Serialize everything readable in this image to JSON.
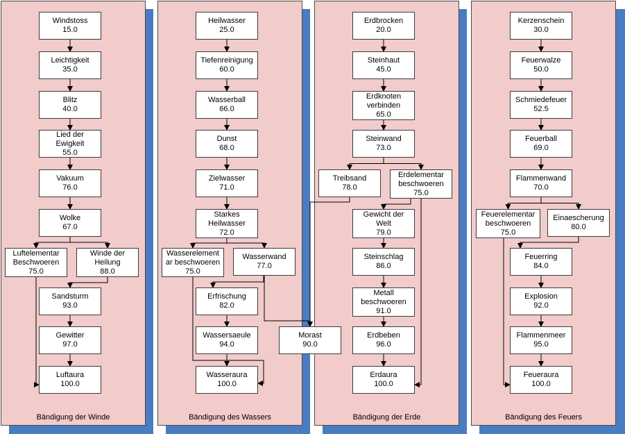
{
  "colors": {
    "panel": "#f2cbcb",
    "shadow": "#4a7cc2",
    "box": "#ffffff",
    "line": "#000000"
  },
  "panels": [
    {
      "id": "wind",
      "title": "Bändigung der Winde"
    },
    {
      "id": "water",
      "title": "Bändigung des Wassers"
    },
    {
      "id": "earth",
      "title": "Bändigung der Erde"
    },
    {
      "id": "fire",
      "title": "Bändigung des Feuers"
    }
  ],
  "nodes": {
    "windstoss": {
      "lines": [
        "Windstoss",
        "15.0"
      ]
    },
    "leichtigkeit": {
      "lines": [
        "Leichtigkeit",
        "35.0"
      ]
    },
    "blitz": {
      "lines": [
        "Blitz",
        "40.0"
      ]
    },
    "lied_der_ewigkeit": {
      "lines": [
        "Lied der",
        "Ewigkeit",
        "55.0"
      ]
    },
    "vakuum": {
      "lines": [
        "Vakuum",
        "76.0"
      ]
    },
    "wolke": {
      "lines": [
        "Wolke",
        "67.0"
      ]
    },
    "luftelementar": {
      "lines": [
        "Luftelementar",
        "Beschwoeren",
        "75.0"
      ]
    },
    "winde_der_heilung": {
      "lines": [
        "Winde der",
        "Heilung",
        "88.0"
      ]
    },
    "sandsturm": {
      "lines": [
        "Sandsturm",
        "93.0"
      ]
    },
    "gewitter": {
      "lines": [
        "Gewitter",
        "97.0"
      ]
    },
    "luftaura": {
      "lines": [
        "Luftaura",
        "100.0"
      ]
    },
    "heilwasser": {
      "lines": [
        "Heilwasser",
        "25.0"
      ]
    },
    "tiefenreinigung": {
      "lines": [
        "Tiefenreinigung",
        "60.0"
      ]
    },
    "wasserball": {
      "lines": [
        "Wasserball",
        "66.0"
      ]
    },
    "dunst": {
      "lines": [
        "Dunst",
        "68.0"
      ]
    },
    "zielwasser": {
      "lines": [
        "Zielwasser",
        "71.0"
      ]
    },
    "starkes_heilwasser": {
      "lines": [
        "Starkes",
        "Heilwasser",
        "72.0"
      ]
    },
    "wasserelementar": {
      "lines": [
        "Wasserelement",
        "ar beschwoeren",
        "75.0"
      ]
    },
    "wasserwand": {
      "lines": [
        "Wasserwand",
        "77.0"
      ]
    },
    "erfrischung": {
      "lines": [
        "Erfrischung",
        "82.0"
      ]
    },
    "wassersaeule": {
      "lines": [
        "Wassersaeule",
        "94.0"
      ]
    },
    "wasseraura": {
      "lines": [
        "Wasseraura",
        "100.0"
      ]
    },
    "morast": {
      "lines": [
        "Morast",
        "90.0"
      ]
    },
    "erdbrocken": {
      "lines": [
        "Erdbrocken",
        "20.0"
      ]
    },
    "steinhaut": {
      "lines": [
        "Steinhaut",
        "45.0"
      ]
    },
    "erdknoten": {
      "lines": [
        "Erdknoten",
        "verbinden",
        "65.0"
      ]
    },
    "steinwand": {
      "lines": [
        "Steinwand",
        "73.0"
      ]
    },
    "treibsand": {
      "lines": [
        "Treibsand",
        "78.0"
      ]
    },
    "erdelementar": {
      "lines": [
        "Erdelementar",
        "beschwoeren",
        "75.0"
      ]
    },
    "gewicht_der_welt": {
      "lines": [
        "Gewicht der",
        "Welt",
        "79.0"
      ]
    },
    "steinschlag": {
      "lines": [
        "Steinschlag",
        "86.0"
      ]
    },
    "metall": {
      "lines": [
        "Metall",
        "beschwoeren",
        "91.0"
      ]
    },
    "erdbeben": {
      "lines": [
        "Erdbeben",
        "96.0"
      ]
    },
    "erdaura": {
      "lines": [
        "Erdaura",
        "100.0"
      ]
    },
    "kerzenschein": {
      "lines": [
        "Kerzenschein",
        "30.0"
      ]
    },
    "feuerwalze": {
      "lines": [
        "Feuerwalze",
        "50.0"
      ]
    },
    "schmiedefeuer": {
      "lines": [
        "Schmiedefeuer",
        "52.5"
      ]
    },
    "feuerball": {
      "lines": [
        "Feuerball",
        "69.0"
      ]
    },
    "flammenwand": {
      "lines": [
        "Flammenwand",
        "70.0"
      ]
    },
    "feuerelementar": {
      "lines": [
        "Feuerelementar",
        "beschwoeren",
        "75.0"
      ]
    },
    "einaescherung": {
      "lines": [
        "Einaescherung",
        "80.0"
      ]
    },
    "feuerring": {
      "lines": [
        "Feuerring",
        "84.0"
      ]
    },
    "explosion": {
      "lines": [
        "Explosion",
        "92.0"
      ]
    },
    "flammenmeer": {
      "lines": [
        "Flammenmeer",
        "95.0"
      ]
    },
    "feueraura": {
      "lines": [
        "Feueraura",
        "100.0"
      ]
    }
  },
  "edges": [
    [
      "windstoss",
      "leichtigkeit"
    ],
    [
      "leichtigkeit",
      "blitz"
    ],
    [
      "blitz",
      "lied_der_ewigkeit"
    ],
    [
      "lied_der_ewigkeit",
      "vakuum"
    ],
    [
      "vakuum",
      "wolke"
    ],
    [
      "wolke",
      "luftelementar"
    ],
    [
      "wolke",
      "winde_der_heilung"
    ],
    [
      "winde_der_heilung",
      "sandsturm"
    ],
    [
      "sandsturm",
      "gewitter"
    ],
    [
      "gewitter",
      "luftaura"
    ],
    [
      "luftelementar",
      "luftaura"
    ],
    [
      "heilwasser",
      "tiefenreinigung"
    ],
    [
      "tiefenreinigung",
      "wasserball"
    ],
    [
      "wasserball",
      "dunst"
    ],
    [
      "dunst",
      "zielwasser"
    ],
    [
      "zielwasser",
      "starkes_heilwasser"
    ],
    [
      "starkes_heilwasser",
      "wasserelementar"
    ],
    [
      "starkes_heilwasser",
      "wasserwand"
    ],
    [
      "wasserwand",
      "erfrischung"
    ],
    [
      "erfrischung",
      "wassersaeule"
    ],
    [
      "wassersaeule",
      "wasseraura"
    ],
    [
      "wasserelementar",
      "wasseraura"
    ],
    [
      "wasserwand",
      "morast"
    ],
    [
      "erdbrocken",
      "steinhaut"
    ],
    [
      "steinhaut",
      "erdknoten"
    ],
    [
      "erdknoten",
      "steinwand"
    ],
    [
      "steinwand",
      "treibsand"
    ],
    [
      "steinwand",
      "erdelementar"
    ],
    [
      "erdelementar",
      "gewicht_der_welt"
    ],
    [
      "treibsand",
      "morast"
    ],
    [
      "gewicht_der_welt",
      "steinschlag"
    ],
    [
      "steinschlag",
      "metall"
    ],
    [
      "metall",
      "erdbeben"
    ],
    [
      "erdbeben",
      "erdaura"
    ],
    [
      "erdelementar",
      "erdaura"
    ],
    [
      "kerzenschein",
      "feuerwalze"
    ],
    [
      "feuerwalze",
      "schmiedefeuer"
    ],
    [
      "schmiedefeuer",
      "feuerball"
    ],
    [
      "feuerball",
      "flammenwand"
    ],
    [
      "flammenwand",
      "feuerelementar"
    ],
    [
      "flammenwand",
      "einaescherung"
    ],
    [
      "einaescherung",
      "feuerring"
    ],
    [
      "feuerring",
      "explosion"
    ],
    [
      "explosion",
      "flammenmeer"
    ],
    [
      "flammenmeer",
      "feueraura"
    ],
    [
      "feuerelementar",
      "feueraura"
    ]
  ]
}
